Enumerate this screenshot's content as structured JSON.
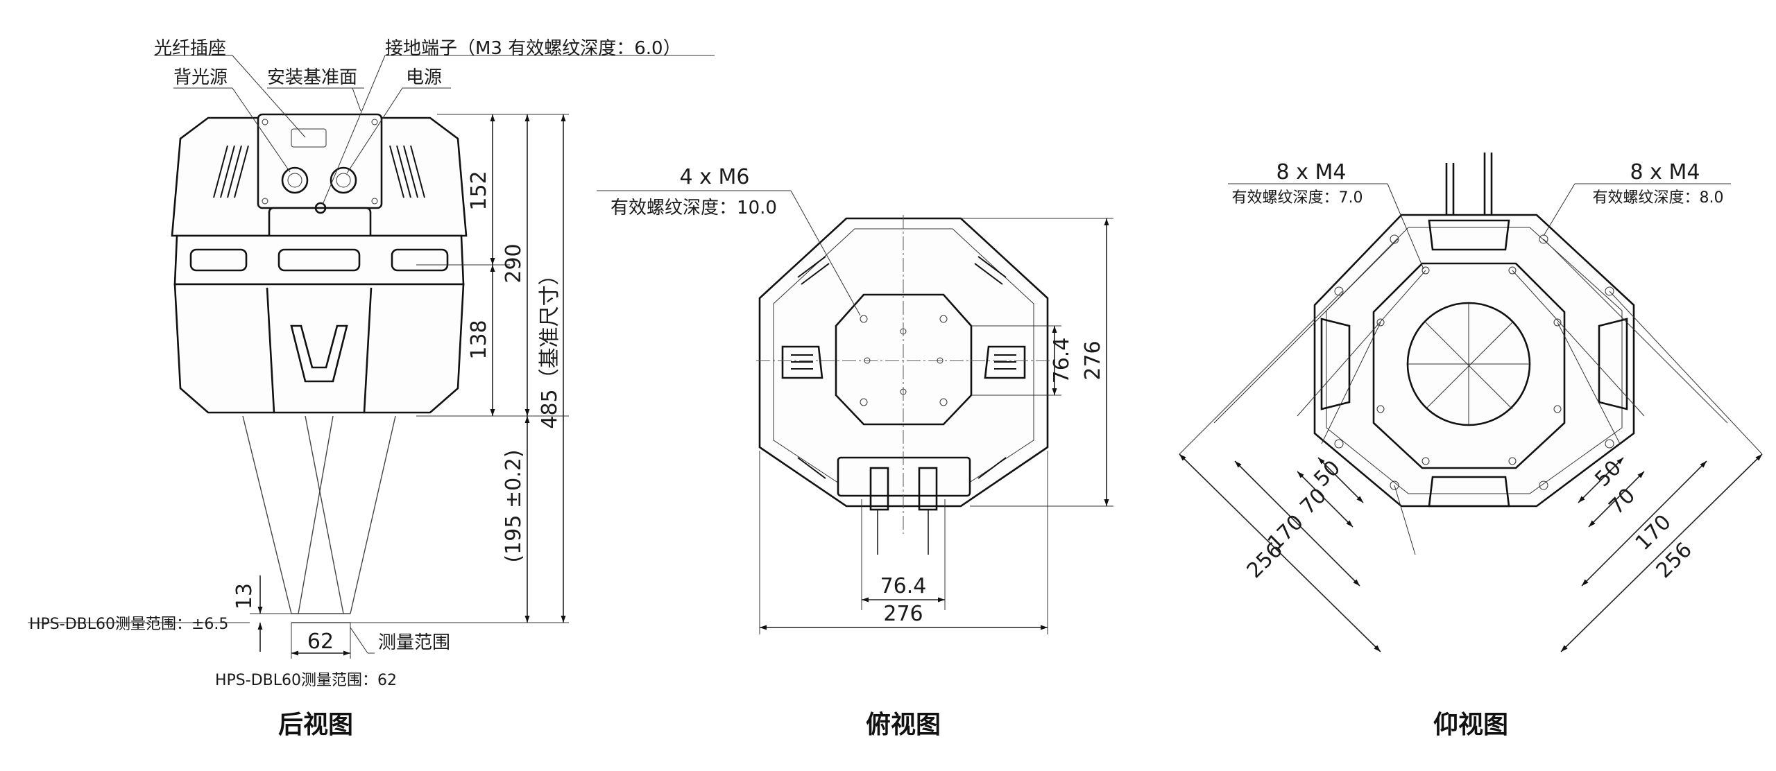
{
  "views": {
    "rear": {
      "caption": "后视图"
    },
    "top": {
      "caption": "俯视图"
    },
    "bottom": {
      "caption": "仰视图"
    }
  },
  "rear_labels": {
    "fiber_socket": "光纤插座",
    "backlight": "背光源",
    "mount_reference": "安装基准面",
    "ground_terminal": "接地端子（M3 有效螺纹深度：6.0）",
    "power": "电源",
    "measure_range": "测量范围",
    "range_height_note": "HPS-DBL60测量范围：±6.5",
    "range_width_note": "HPS-DBL60测量范围：62"
  },
  "rear_dims": {
    "d152": "152",
    "d138": "138",
    "d290": "290",
    "d485": "485（基准尺寸）",
    "d195": "(195 ±0.2)",
    "d13": "13",
    "d62": "62"
  },
  "top_labels": {
    "thread_spec": "4 x M6",
    "thread_depth": "有效螺纹深度：10.0"
  },
  "top_dims": {
    "v76": "76.4",
    "v276": "276",
    "h76": "76.4",
    "h276": "276"
  },
  "bottom_labels": {
    "left_spec": "8 x M4",
    "left_depth": "有效螺纹深度：7.0",
    "right_spec": "8 x M4",
    "right_depth": "有效螺纹深度：8.0"
  },
  "bottom_dims": {
    "l50": "50",
    "l70": "70",
    "l170": "170",
    "l256": "256",
    "r50": "50",
    "r70": "70",
    "r170": "170",
    "r256": "256"
  }
}
